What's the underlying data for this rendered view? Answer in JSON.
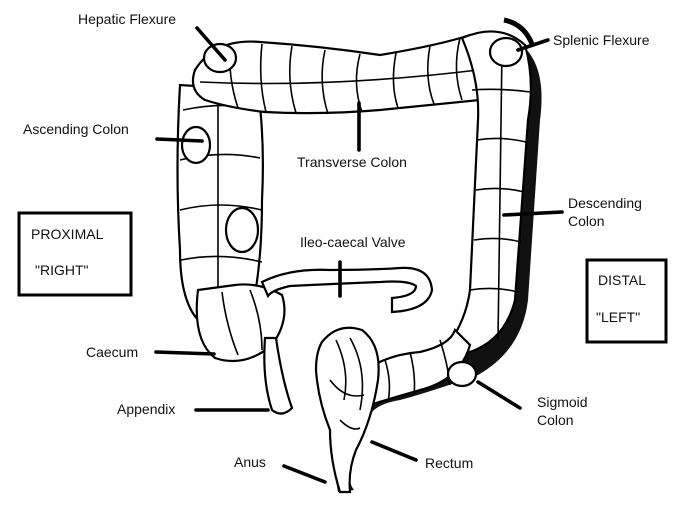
{
  "labels": {
    "hepatic_flexure": "Hepatic Flexure",
    "splenic_flexure": "Splenic Flexure",
    "ascending_colon": "Ascending Colon",
    "transverse_colon": "Transverse Colon",
    "descending_colon_1": "Descending",
    "descending_colon_2": "Colon",
    "ileo_caecal_valve": "Ileo-caecal Valve",
    "caecum": "Caecum",
    "appendix": "Appendix",
    "sigmoid_colon_1": "Sigmoid",
    "sigmoid_colon_2": "Colon",
    "anus": "Anus",
    "rectum": "Rectum"
  },
  "boxes": {
    "proximal_line1": "PROXIMAL",
    "proximal_line2": "\"RIGHT\"",
    "distal_line1": "DISTAL",
    "distal_line2": "\"LEFT\""
  }
}
